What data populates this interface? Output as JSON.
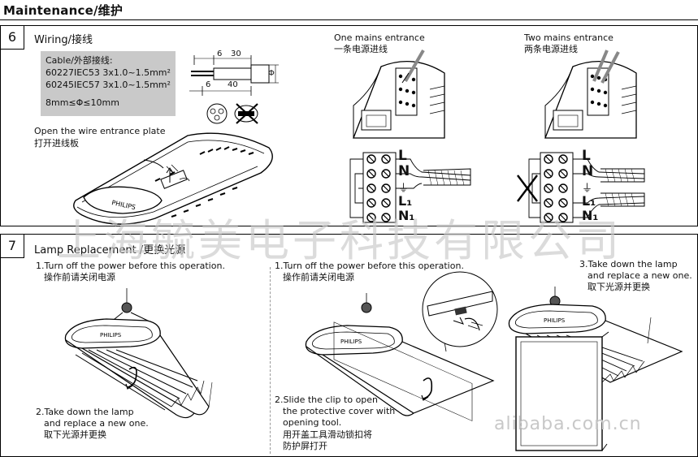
{
  "header": {
    "title": "Maintenance/维护"
  },
  "section6": {
    "number": "6",
    "title": "Wiring/接线",
    "cable": {
      "heading": "Cable/外部接线:",
      "line1": "60227IEC53   3x1.0~1.5mm²",
      "line2": "60245IEC57   3x1.0~1.5mm²",
      "dia": "8mm≤Φ≤10mm"
    },
    "strip_dims": {
      "d1": "6",
      "d2": "30",
      "d3": "6",
      "d4": "40",
      "phi": "Φ"
    },
    "open_plate_en": "Open the wire entrance plate",
    "open_plate_zh": "打开进线板",
    "one_mains_en": "One mains entrance",
    "one_mains_zh": "一条电源进线",
    "two_mains_en": "Two mains entrance",
    "two_mains_zh": "两条电源进线",
    "terminals": {
      "L": "L",
      "N": "N",
      "E": "⏚",
      "L1": "L₁",
      "N1": "N₁"
    },
    "brand": "PHILIPS"
  },
  "section7": {
    "number": "7",
    "title": "Lamp Replacement /更换光源",
    "left": {
      "s1_en": "1.Turn off the power before this operation.",
      "s1_zh": "操作前请关闭电源",
      "s2_en_a": "2.Take down the lamp",
      "s2_en_b": "and replace a new one.",
      "s2_zh": "取下光源并更换"
    },
    "right": {
      "s1_en": "1.Turn off the power before this operation.",
      "s1_zh": "操作前请关闭电源",
      "s2_en_a": "2.Slide the clip to open",
      "s2_en_b": "the protective cover with",
      "s2_en_c": "opening tool.",
      "s2_zh_a": "用开盖工具滑动锁扣将",
      "s2_zh_b": "防护屏打开",
      "s3_en_a": "3.Take down the lamp",
      "s3_en_b": "and replace a new one.",
      "s3_zh": "取下光源并更换"
    },
    "brand": "PHILIPS"
  },
  "watermark": {
    "text": "上海毓美电子科技有限公司",
    "site": "alibaba.com.cn"
  }
}
